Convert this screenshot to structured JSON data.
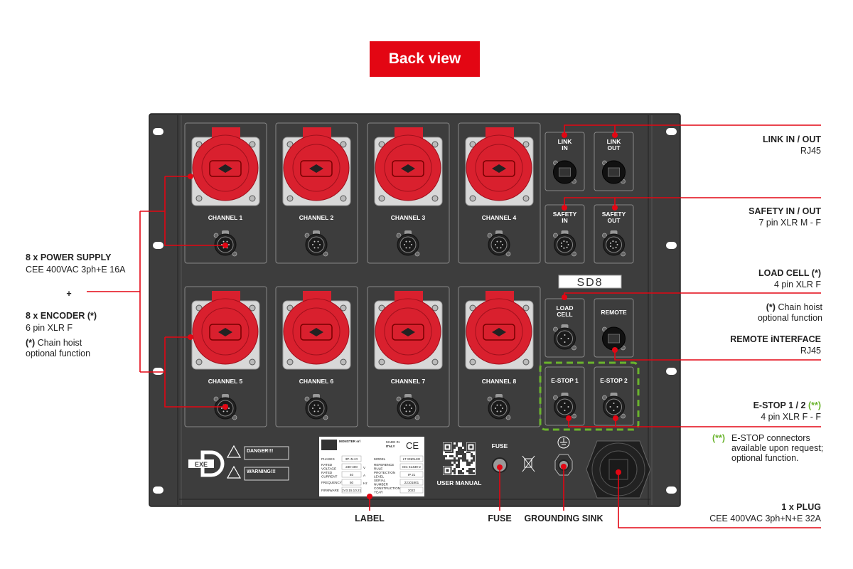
{
  "title": "Back view",
  "colors": {
    "accent": "#e30613",
    "panel": "#3d3d3d",
    "socket": "#d9202e",
    "optional": "#6ab42d"
  },
  "channels": [
    "CHANNEL 1",
    "CHANNEL 2",
    "CHANNEL 3",
    "CHANNEL 4",
    "CHANNEL 5",
    "CHANNEL 6",
    "CHANNEL 7",
    "CHANNEL 8"
  ],
  "modules": {
    "link_in": [
      "LINK",
      "IN"
    ],
    "link_out": [
      "LINK",
      "OUT"
    ],
    "safety_in": [
      "SAFETY",
      "IN"
    ],
    "safety_out": [
      "SAFETY",
      "OUT"
    ],
    "load_cell": [
      "LOAD",
      "CELL"
    ],
    "remote": "REMOTE",
    "estop1": "E-STOP 1",
    "estop2": "E-STOP 2",
    "model_badge": "SD8"
  },
  "panel": {
    "logo": "EXE D",
    "danger": "DANGER!!!",
    "warning": "WARNING!!!",
    "fuse": "FUSE",
    "user_manual": "USER MANUAL",
    "icons": [
      "qr-code-icon",
      "weee-bin-icon",
      "ground-icon",
      "warning-triangle-icon"
    ]
  },
  "rating_label": {
    "maker": "MONSTER srl",
    "made_in": [
      "MADE IN",
      "ITALY"
    ],
    "mark": "CE",
    "left": [
      {
        "k": "PHASES",
        "v": "3P+N+G",
        "u": ""
      },
      {
        "k": "RATED VOLTAGE",
        "v": "230-400",
        "u": "V"
      },
      {
        "k": "RATED CURRENT",
        "v": "40",
        "u": "A"
      },
      {
        "k": "FREQUENCY",
        "v": "50",
        "u": "Hz"
      },
      {
        "k": "FIRMWARE",
        "v": "1V3.15.10.21",
        "u": ""
      }
    ],
    "right": [
      {
        "k": "MODEL",
        "v": "LT SNDL8G"
      },
      {
        "k": "REFERENCE RULE",
        "v": "IEC 61439-2"
      },
      {
        "k": "PROTECTION LEVEL",
        "v": "IP 21"
      },
      {
        "k": "SERIAL NUMBER",
        "v": "22101801"
      },
      {
        "k": "CONSTRUCTION YEAR",
        "v": "2022"
      }
    ]
  },
  "annotations": {
    "link": {
      "title": "LINK IN / OUT",
      "sub": "RJ45"
    },
    "safety": {
      "title": "SAFETY IN / OUT",
      "sub": "7 pin XLR M - F"
    },
    "load_cell": {
      "title": "LOAD CELL (*)",
      "sub": "4 pin XLR F"
    },
    "chain_note_right": {
      "mark": "(*)",
      "line1": "Chain hoist",
      "line2": "optional function"
    },
    "remote": {
      "title": "REMOTE iNTERFACE",
      "sub": "RJ45"
    },
    "estop": {
      "title": "E-STOP 1 / 2",
      "mark": "(**)",
      "sub": "4 pin XLR F - F"
    },
    "estop_note": {
      "mark": "(**)",
      "line1": "E-STOP connectors",
      "line2": "available upon request;",
      "line3": "optional function."
    },
    "plug": {
      "title": "1 x PLUG",
      "sub": "CEE 400VAC  3ph+N+E 32A"
    },
    "power": {
      "title": "8 x POWER SUPPLY",
      "sub": "CEE 400VAC  3ph+E 16A"
    },
    "plus": "+",
    "encoder": {
      "title": "8 x ENCODER (*)",
      "sub": "6 pin XLR F"
    },
    "chain_note_left": {
      "mark": "(*)",
      "line1": "Chain hoist",
      "line2": "optional function"
    },
    "label": "LABEL",
    "fuse": "FUSE",
    "grounding": "GROUNDING SINK"
  }
}
